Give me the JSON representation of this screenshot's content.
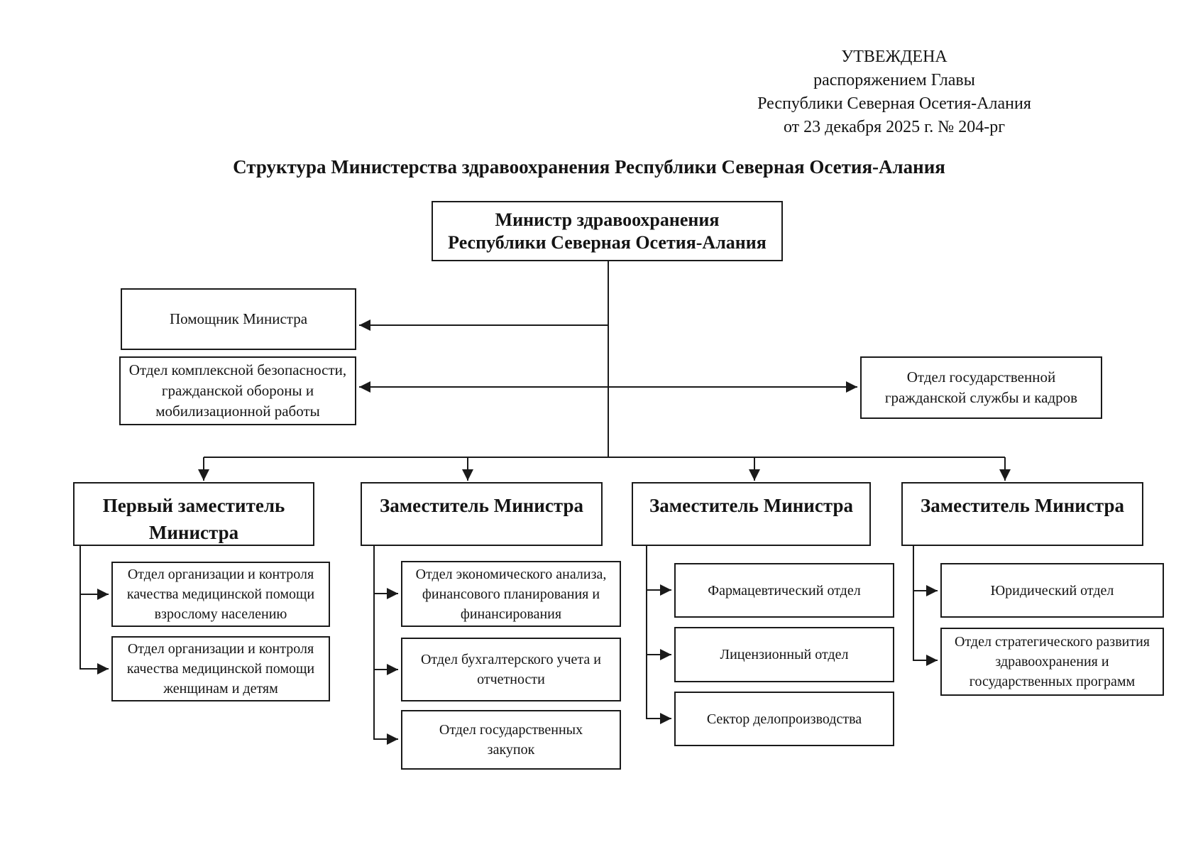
{
  "page": {
    "approval_stamp": "УТВЕЖДЕНА\nраспоряжением Главы\nРеспублики Северная Осетия-Алания\nот 23 декабря 2025 г. № 204-рг",
    "title": "Структура Министерства здравоохранения Республики Северная Осетия-Алания"
  },
  "org_chart": {
    "minister": "Министр здравоохранения\nРеспублики Северная Осетия-Алания",
    "assistant": "Помощник Министра",
    "security_dept": "Отдел комплексной безопасности,\nгражданской обороны и\nмобилизационной работы",
    "civil_service_dept": "Отдел государственной\nгражданской службы и кадров",
    "deputies": [
      {
        "label": "Первый заместитель\nМинистра",
        "departments": [
          "Отдел организации и контроля\nкачества медицинской помощи\nвзрослому населению",
          "Отдел организации и контроля\nкачества медицинской помощи\nженщинам и детям"
        ]
      },
      {
        "label": "Заместитель Министра",
        "departments": [
          "Отдел экономического анализа,\nфинансового планирования и\nфинансирования",
          "Отдел бухгалтерского учета и\nотчетности",
          "Отдел государственных\nзакупок"
        ]
      },
      {
        "label": "Заместитель Министра",
        "departments": [
          "Фармацевтический отдел",
          "Лицензионный отдел",
          "Сектор делопроизводства"
        ]
      },
      {
        "label": "Заместитель Министра",
        "departments": [
          "Юридический отдел",
          "Отдел стратегического развития\nздравоохранения и\nгосударственных программ"
        ]
      }
    ]
  },
  "colors": {
    "ink": "#1a1a1a",
    "paper": "#ffffff"
  }
}
